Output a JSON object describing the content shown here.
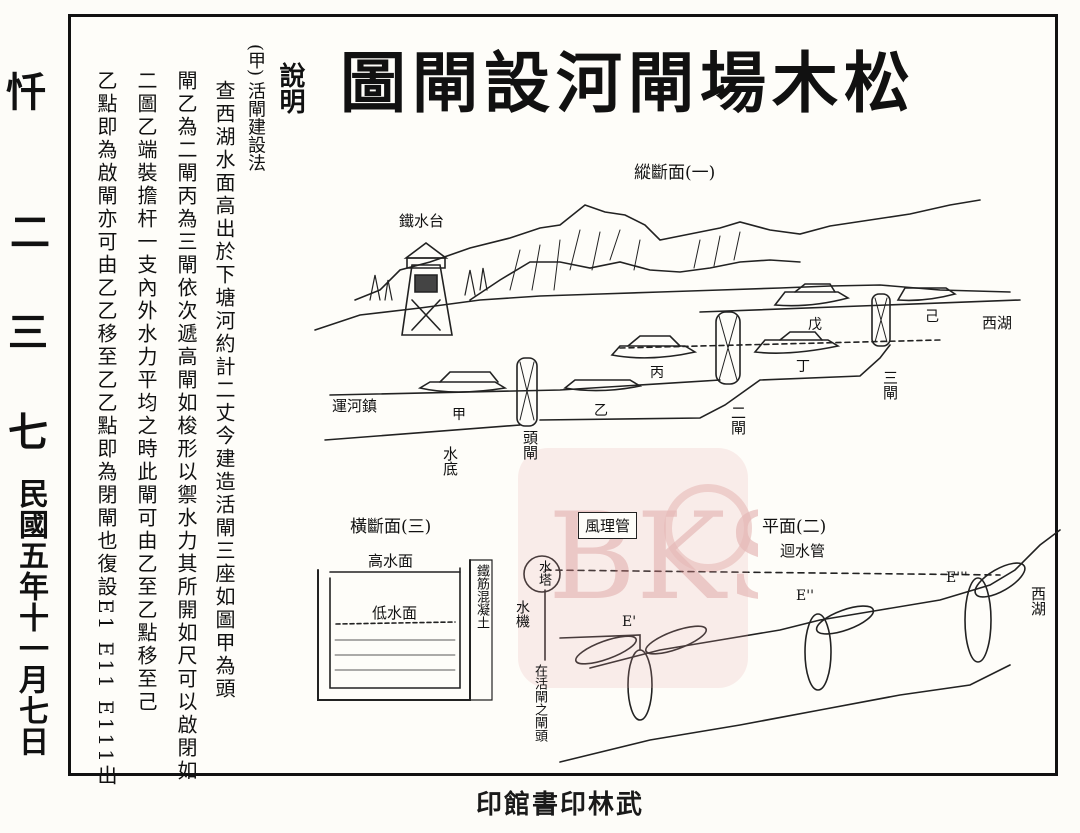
{
  "left_margin": {
    "glyphs": [
      "忏",
      "二",
      "三",
      "七"
    ],
    "date": "民國五年十一月七日"
  },
  "title": "松木場閘河設閘圖",
  "explanation": {
    "header": "說明",
    "subheader": "(甲) 活閘建設法",
    "columns": [
      "查西湖水面高出於下塘河約計二丈今建造活閘三座如圖甲為頭",
      "閘乙為二閘丙為三閘依次遞高閘如梭形以禦水力其所開如尺可以啟閉如",
      "二圖乙端裝擔杆一支內外水力平均之時此閘可由乙至乙點移至己",
      "乙點即為啟閘亦可由乙乙移至乙乙點即為閉閘也復設E1 E11 E111出"
    ]
  },
  "diagram": {
    "section1_title": "縱斷面(一)",
    "section2_title": "平面(二)",
    "section3_title": "橫斷面(三)",
    "labels": {
      "tower": "鐵水台",
      "canal": "運河鎮",
      "west_lake": "西湖",
      "west_lake2": "西湖",
      "gate1": "頭閘",
      "gate2": "二閘",
      "gate3": "三閘",
      "water_bottom": "水底",
      "boat_a": "甲",
      "boat_b": "乙",
      "boat_c": "丙",
      "boat_d": "丁",
      "boat_e": "戊",
      "boat_f": "己",
      "high_water": "高水面",
      "low_water": "低水面",
      "rebar": "鐵筋混凝土",
      "manager": "風理管",
      "return_pipe": "迴水管",
      "water_tower": "水塔",
      "water_pump": "水機",
      "gate_pos": "在活閘之閘頭",
      "e1": "E'",
      "e2": "E''",
      "e3": "E'''"
    }
  },
  "footer": "武林印書館印"
}
